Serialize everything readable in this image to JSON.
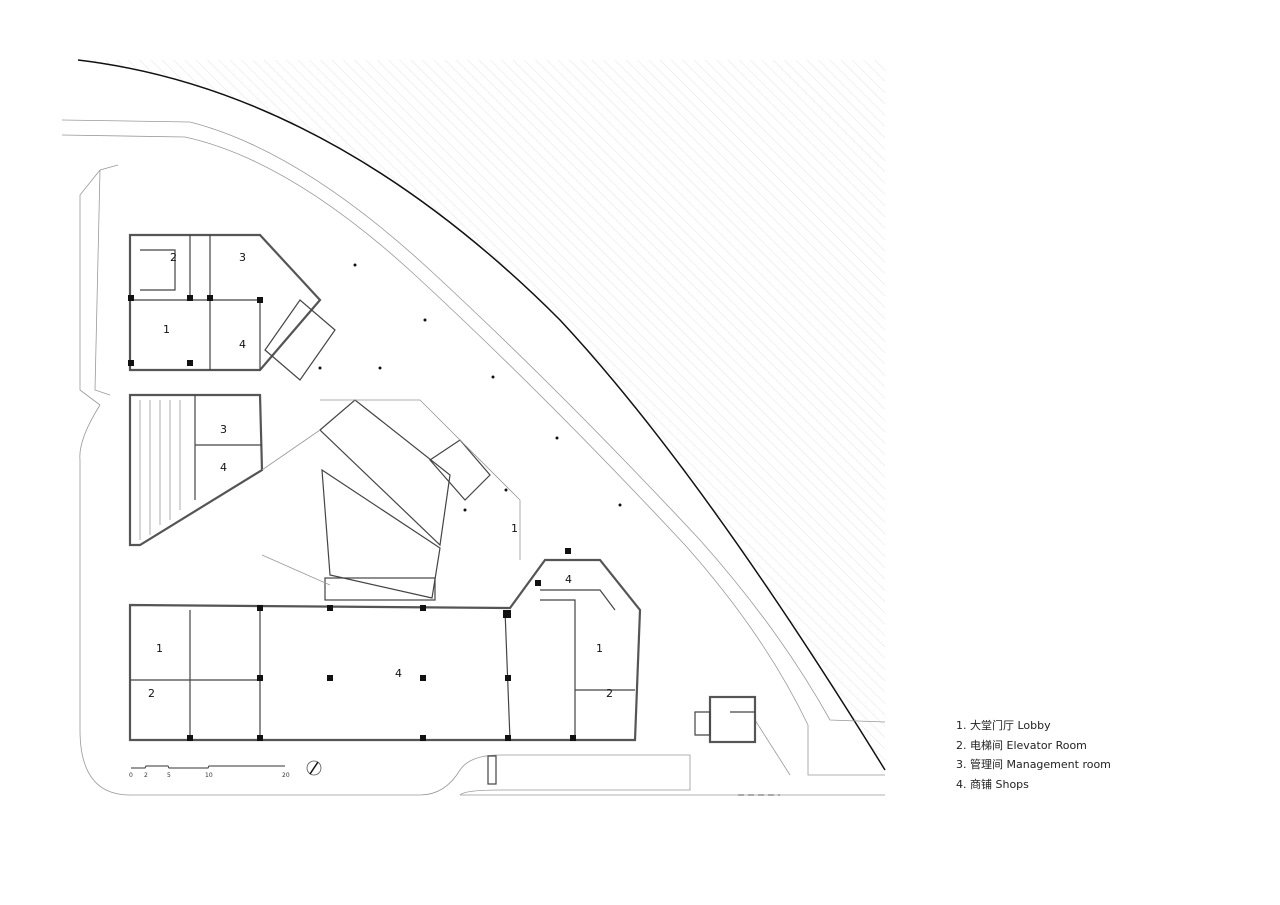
{
  "legend": {
    "items": [
      {
        "label": "1. 大堂门厅 Lobby"
      },
      {
        "label": "2. 电梯间  Elevator Room"
      },
      {
        "label": "3. 管理间 Management room"
      },
      {
        "label": "4. 商铺  Shops"
      }
    ]
  },
  "rooms": {
    "nw_elevator": "2",
    "nw_mgmt": "3",
    "nw_lobby": "1",
    "nw_shop": "4",
    "w_mgmt": "3",
    "w_shop": "4",
    "center_lobby": "1",
    "east_shop": "4",
    "sw_lobby": "1",
    "sw_elevator": "2",
    "main_shop": "4",
    "se_lobby": "1",
    "se_elevator": "2"
  },
  "scale_bar": {
    "ticks": [
      "0",
      "2",
      "5",
      "10",
      "20"
    ]
  },
  "north_arrow": {
    "icon": "north-arrow-icon"
  }
}
